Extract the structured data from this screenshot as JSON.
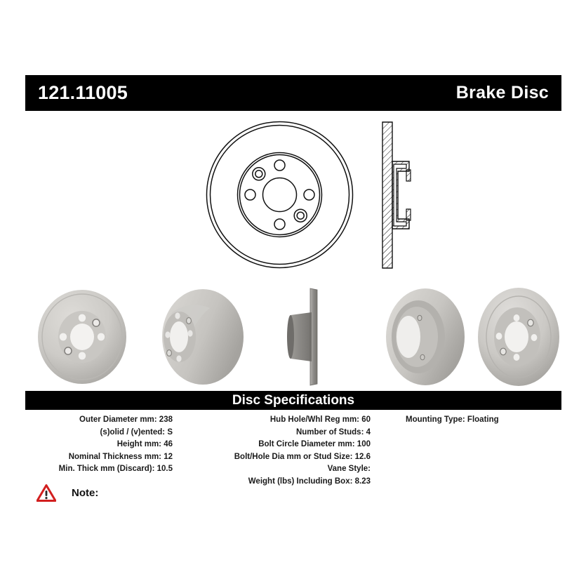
{
  "header": {
    "part_number": "121.11005",
    "product_type": "Brake Disc",
    "bar_color": "#000000",
    "text_color": "#ffffff"
  },
  "drawing": {
    "face_view_name": "disc-face-technical-drawing",
    "section_view_name": "disc-cross-section-drawing"
  },
  "photos": [
    {
      "name": "rotor-photo-front-face",
      "alt": "Brake rotor front face view"
    },
    {
      "name": "rotor-photo-angled-hub",
      "alt": "Brake rotor angled hub view"
    },
    {
      "name": "rotor-photo-edge-profile",
      "alt": "Brake rotor edge profile view"
    },
    {
      "name": "rotor-photo-rear-angled",
      "alt": "Brake rotor rear angled view"
    },
    {
      "name": "rotor-photo-front-angled",
      "alt": "Brake rotor front angled view"
    }
  ],
  "specifications": {
    "title": "Disc Specifications",
    "column1": [
      "Outer Diameter mm: 238",
      "(s)olid / (v)ented: S",
      "Height mm: 46",
      "Nominal Thickness mm: 12",
      "Min. Thick mm (Discard): 10.5"
    ],
    "column2": [
      "Hub Hole/Whl Reg mm: 60",
      "Number of Studs: 4",
      "Bolt Circle Diameter mm: 100",
      "Bolt/Hole Dia mm or Stud Size: 12.6",
      "Vane Style:",
      "Weight (lbs) Including Box: 8.23"
    ],
    "column3": [
      "Mounting Type: Floating"
    ],
    "fields": {
      "outer_diameter_mm": "238",
      "solid_or_vented": "S",
      "height_mm": "46",
      "nominal_thickness_mm": "12",
      "min_thickness_discard_mm": "10.5",
      "hub_hole_whl_reg_mm": "60",
      "number_of_studs": "4",
      "bolt_circle_diameter_mm": "100",
      "bolt_hole_dia_or_stud_size_mm": "12.6",
      "vane_style": "",
      "weight_lbs_including_box": "8.23",
      "mounting_type": "Floating"
    }
  },
  "note": {
    "icon": "warning-triangle-icon",
    "label": "Note:",
    "text": "",
    "icon_color": "#d21f1f"
  },
  "colors": {
    "background": "#ffffff",
    "bar": "#000000",
    "text": "#1a1a1a",
    "rotor_light": "#d6d4d0",
    "rotor_mid": "#c3c1bd",
    "rotor_dark": "#a9a7a3",
    "rotor_shadow": "#8e8c89",
    "line": "#111111"
  }
}
